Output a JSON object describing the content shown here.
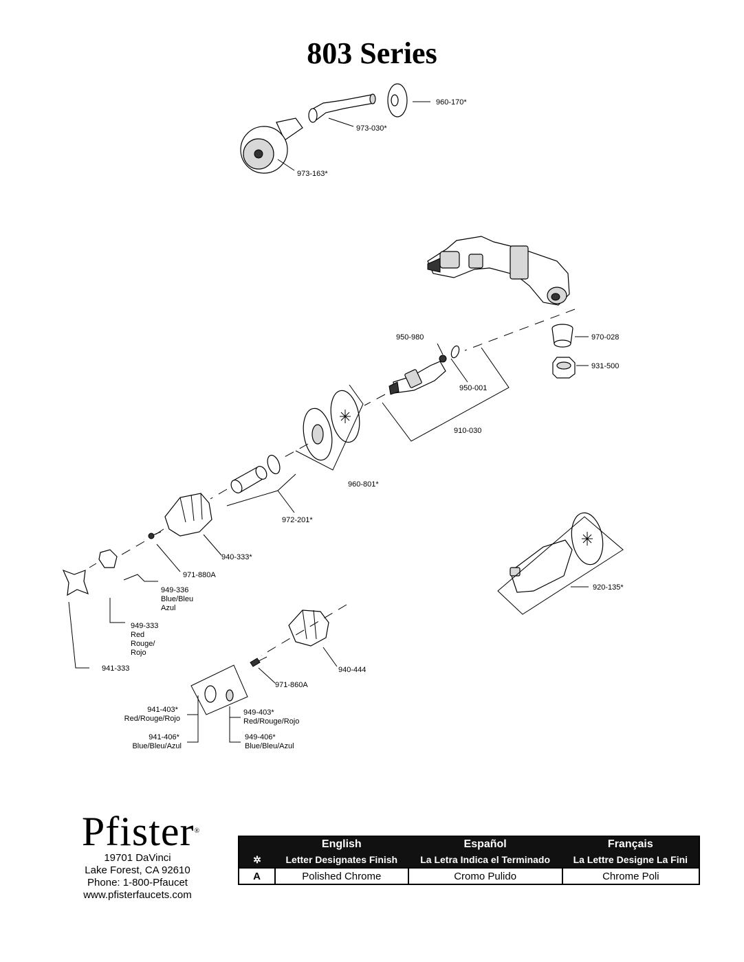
{
  "title": "803 Series",
  "parts": {
    "p960_170": "960-170*",
    "p973_030": "973-030*",
    "p973_163": "973-163*",
    "p970_028": "970-028",
    "p931_500": "931-500",
    "p950_980": "950-980",
    "p950_001": "950-001",
    "p910_030": "910-030",
    "p960_801": "960-801*",
    "p972_201": "972-201*",
    "p940_333": "940-333*",
    "p971_880A": "971-880A",
    "p949_336": [
      "949-336",
      "Blue/Bleu",
      "Azul"
    ],
    "p949_333": [
      "949-333",
      "Red",
      "Rouge/",
      "Rojo"
    ],
    "p941_333": "941-333",
    "p940_444": "940-444",
    "p971_860A": "971-860A",
    "p920_135": "920-135*",
    "p941_403": [
      "941-403*",
      "Red/Rouge/Rojo"
    ],
    "p941_406": [
      "941-406*",
      "Blue/Bleu/Azul"
    ],
    "p949_403": [
      "949-403*",
      "Red/Rouge/Rojo"
    ],
    "p949_406": [
      "949-406*",
      "Blue/Bleu/Azul"
    ]
  },
  "brand": {
    "name": "Pfister",
    "reg_mark": "®",
    "address1": "19701 DaVinci",
    "address2": "Lake Forest, CA  92610",
    "phone": "Phone: 1-800-Pfaucet",
    "website": "www.pfisterfaucets.com"
  },
  "finish_table": {
    "symbol": "✲",
    "headers": [
      "English",
      "Español",
      "Français"
    ],
    "subheaders": [
      "Letter Designates Finish",
      "La Letra Indica el Terminado",
      "La Lettre Designe La Fini"
    ],
    "rows": [
      {
        "code": "A",
        "english": "Polished Chrome",
        "espanol": "Cromo Pulido",
        "francais": "Chrome Poli"
      }
    ]
  }
}
